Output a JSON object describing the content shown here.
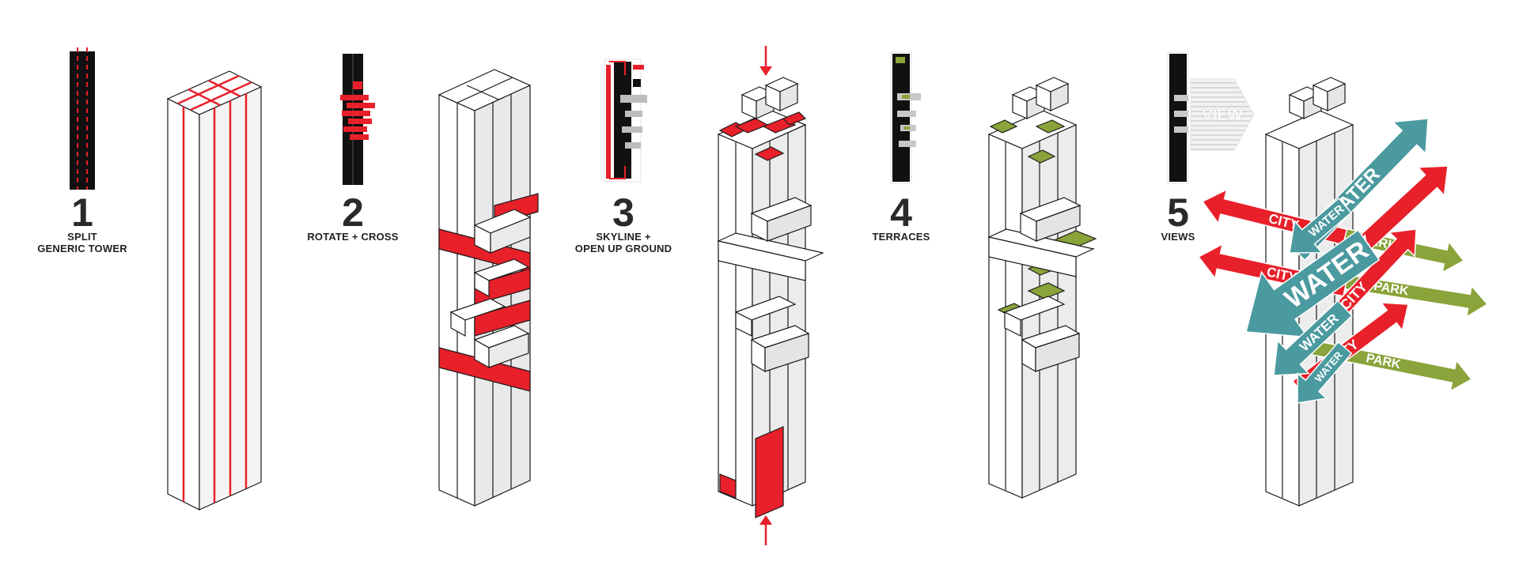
{
  "steps": [
    {
      "number": "1",
      "label_lines": [
        "SPLIT",
        "GENERIC TOWER"
      ]
    },
    {
      "number": "2",
      "label_lines": [
        "ROTATE + CROSS"
      ]
    },
    {
      "number": "3",
      "label_lines": [
        "SKYLINE +",
        "OPEN UP GROUND"
      ]
    },
    {
      "number": "4",
      "label_lines": [
        "TERRACES"
      ]
    },
    {
      "number": "5",
      "label_lines": [
        "VIEWS"
      ]
    }
  ],
  "view_label": "VIEW",
  "view_arrows": {
    "water": "WATER",
    "city": "CITY",
    "park": "PARK"
  },
  "colors": {
    "red": "#e8202a",
    "green": "#8aa33a",
    "teal": "#4a9aa0",
    "dark": "#111111",
    "grey": "#d9d9d9",
    "outline": "#1a1a1a"
  }
}
